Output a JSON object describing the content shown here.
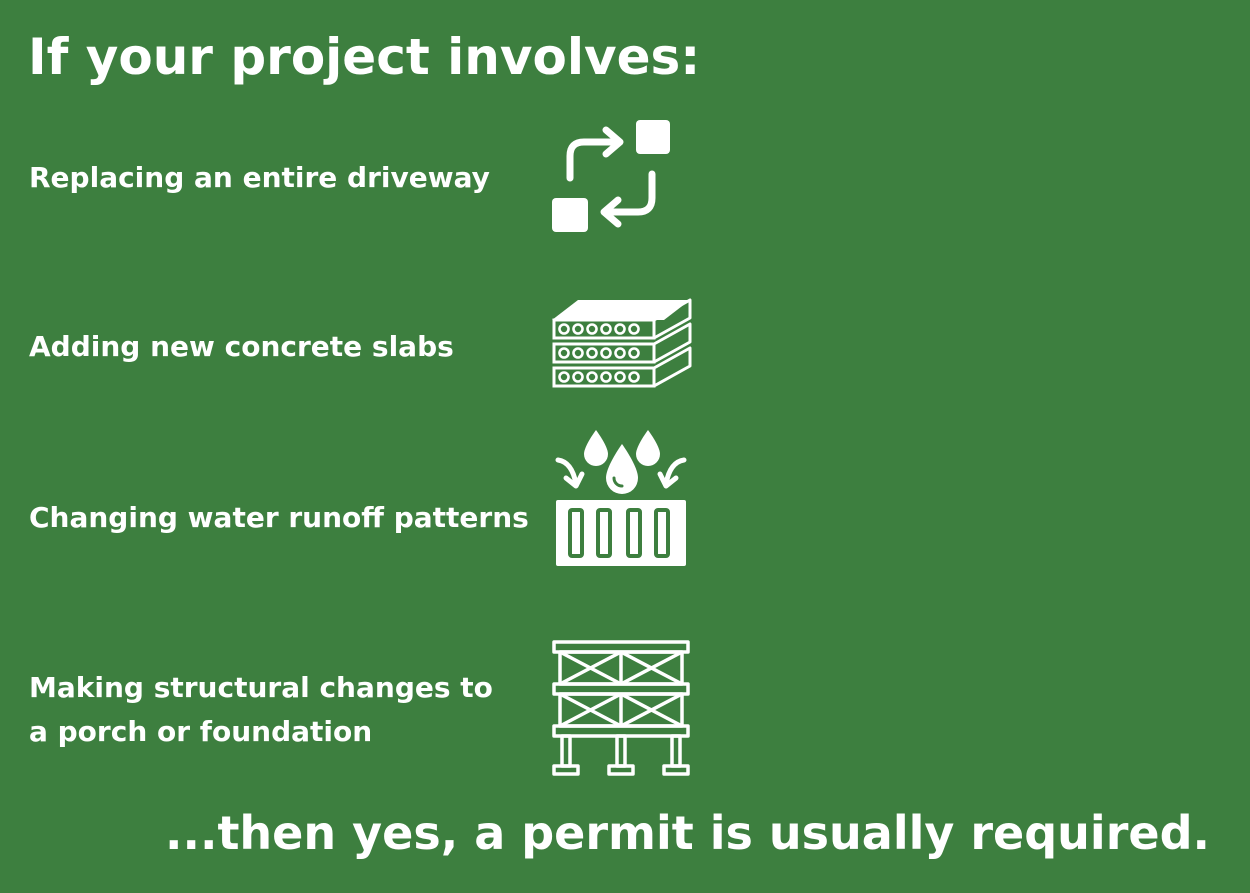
{
  "title": "If your project involves:",
  "items": [
    {
      "label_lines": [
        "Replacing an entire driveway"
      ],
      "icon": "swap-process-icon"
    },
    {
      "label_lines": [
        "Adding new concrete slabs"
      ],
      "icon": "concrete-slabs-icon"
    },
    {
      "label_lines": [
        "Changing water runoff patterns"
      ],
      "icon": "water-drainage-icon"
    },
    {
      "label_lines": [
        "Making structural changes to",
        "a porch or foundation"
      ],
      "icon": "scaffold-structure-icon"
    }
  ],
  "footer": "...then yes, a permit is usually required.",
  "colors": {
    "background": "#3d7f3f",
    "text": "#ffffff"
  }
}
